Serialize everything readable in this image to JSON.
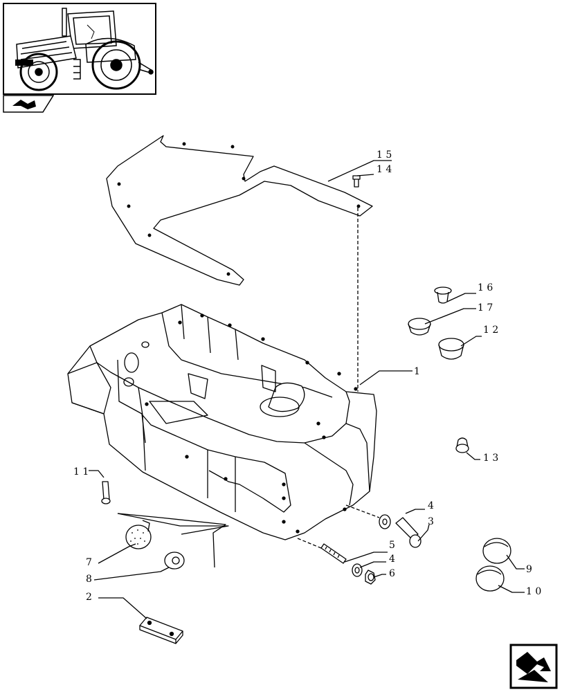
{
  "diagram": {
    "callouts": {
      "c1": "1",
      "c2": "2",
      "c3": "3",
      "c4a": "4",
      "c4b": "4",
      "c5": "5",
      "c6": "6",
      "c7": "7",
      "c8": "8",
      "c9": "9",
      "c10": "1 0",
      "c11": "1 1",
      "c12": "1 2",
      "c13": "1 3",
      "c14": "1 4",
      "c15": "1 5",
      "c16": "1 6",
      "c17": "1 7"
    }
  },
  "icons": {
    "thumbnail": "tractor-thumbnail-icon",
    "section_tab": "section-tab-icon",
    "next_page": "next-page-arrow-icon"
  },
  "colors": {
    "line": "#000000",
    "background": "#ffffff"
  }
}
